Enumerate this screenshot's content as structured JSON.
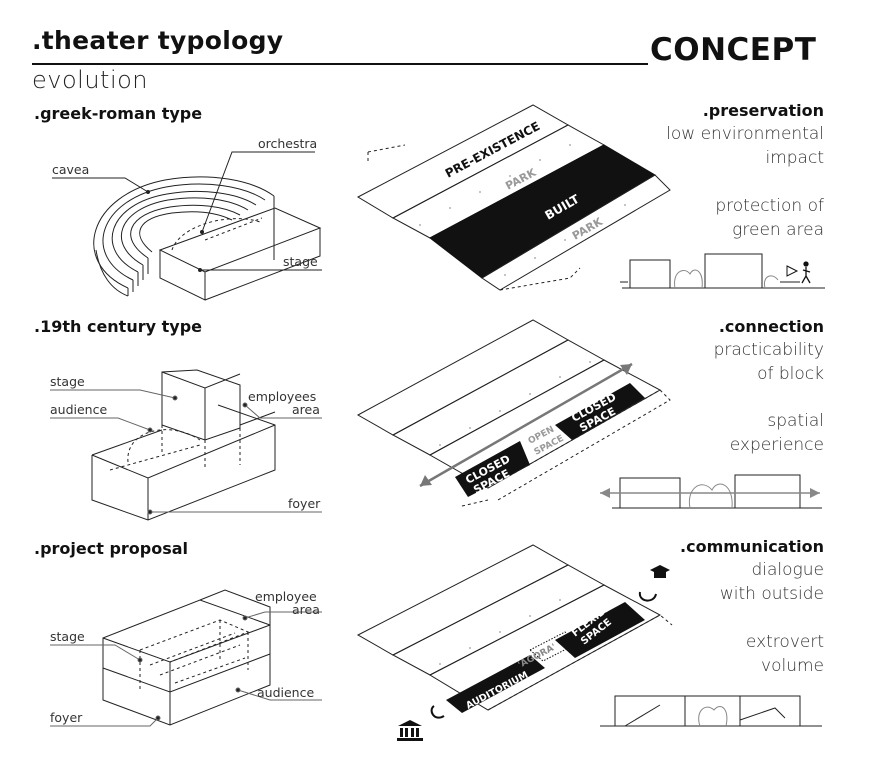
{
  "header": {
    "title": ".theater typology",
    "subtitle": "evolution",
    "concept": "CONCEPT"
  },
  "left": {
    "greek": {
      "title": ".greek-roman type",
      "labels": {
        "cavea": "cavea",
        "orchestra": "orchestra",
        "stage": "stage"
      }
    },
    "nineteenth": {
      "title": ".19th century type",
      "labels": {
        "stage": "stage",
        "audience": "audience",
        "employees1": "employees",
        "employees2": "area",
        "foyer": "foyer"
      }
    },
    "proposal": {
      "title": ".project proposal",
      "labels": {
        "employee1": "employee",
        "employee2": "area",
        "stage": "stage",
        "audience": "audience",
        "foyer": "foyer"
      }
    }
  },
  "center": {
    "d1": {
      "pre_existence": "PRE-EXISTENCE",
      "park1": "PARK",
      "built": "BUILT",
      "park2": "PARK"
    },
    "d2": {
      "closed1a": "CLOSED",
      "closed1b": "SPACE",
      "open1": "OPEN",
      "open2": "SPACE",
      "closed2a": "CLOSED",
      "closed2b": "SPACE"
    },
    "d3": {
      "auditorium": "AUDITORIUM",
      "agora": "'AGORA'",
      "flexible1": "FLEXIBLE",
      "flexible2": "SPACE"
    }
  },
  "right": {
    "preservation": {
      "title": ".preservation",
      "lines": [
        "low environmental",
        "impact",
        "protection of",
        "green area"
      ]
    },
    "connection": {
      "title": ".connection",
      "lines": [
        "practicability",
        "of block",
        "spatial",
        "experience"
      ]
    },
    "communication": {
      "title": ".communication",
      "lines": [
        "dialogue",
        "with outside",
        "extrovert",
        "volume"
      ]
    }
  },
  "icons": [
    "person-walking-icon",
    "magnet-icon",
    "graduation-cap-icon",
    "museum-icon"
  ]
}
